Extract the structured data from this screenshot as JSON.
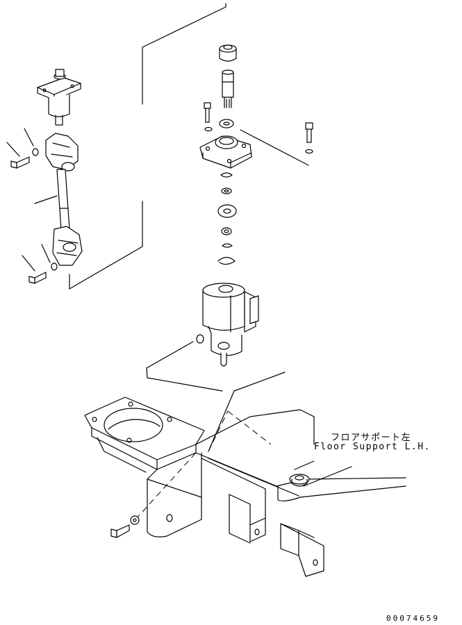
{
  "labels": {
    "floor_support_jp": "フロアサポート左",
    "floor_support_en": "Floor Support L.H."
  },
  "drawing_number": "00074659"
}
